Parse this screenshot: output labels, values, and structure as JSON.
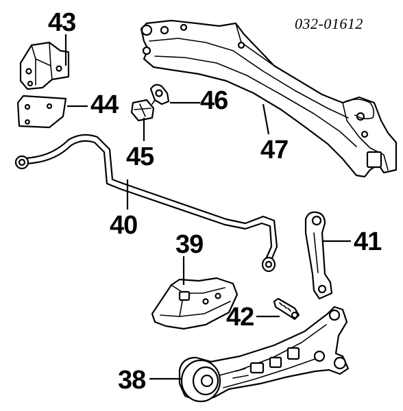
{
  "diagram": {
    "catalog_code": "032-01612",
    "callouts": {
      "p38": "38",
      "p39": "39",
      "p40": "40",
      "p41": "41",
      "p42": "42",
      "p43": "43",
      "p44": "44",
      "p45": "45",
      "p46": "46",
      "p47": "47"
    }
  }
}
